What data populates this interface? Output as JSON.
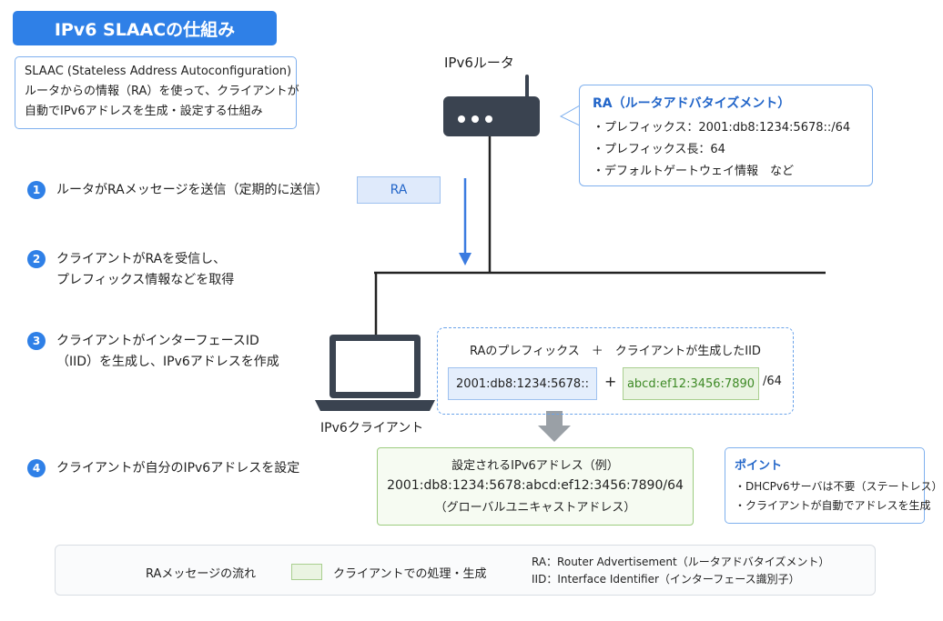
{
  "title": "IPv6 SLAACの仕組み",
  "description": [
    "SLAAC (Stateless Address Autoconfiguration)",
    "ルータからの情報（RA）を使って、クライアントが",
    "自動でIPv6アドレスを生成・設定する仕組み"
  ],
  "router_label": "IPv6ルータ",
  "client_label": "IPv6クライアント",
  "ra_info": {
    "heading": "RA（ルータアドバタイズメント）",
    "items": [
      "・プレフィックス：2001:db8:1234:5678::/64",
      "・プレフィックス長：64",
      "・デフォルトゲートウェイ情報　など"
    ]
  },
  "ra_tag": "RA",
  "steps": [
    {
      "num": "1",
      "lines": [
        "ルータがRAメッセージを送信（定期的に送信）"
      ]
    },
    {
      "num": "2",
      "lines": [
        "クライアントがRAを受信し、",
        "プレフィックス情報などを取得"
      ]
    },
    {
      "num": "3",
      "lines": [
        "クライアントがインターフェースID",
        "（IID）を生成し、IPv6アドレスを作成"
      ]
    },
    {
      "num": "4",
      "lines": [
        "クライアントが自分のIPv6アドレスを設定"
      ]
    }
  ],
  "generation": {
    "heading": "RAのプレフィックス　＋　クライアントが生成したIID",
    "prefix": "2001:db8:1234:5678::",
    "plus": "+",
    "iid": "abcd:ef12:3456:7890",
    "suffix": "/64"
  },
  "result": {
    "heading": "設定されるIPv6アドレス（例）",
    "address": "2001:db8:1234:5678:abcd:ef12:3456:7890/64",
    "note": "（グローバルユニキャストアドレス）"
  },
  "point": {
    "heading": "ポイント",
    "items": [
      "・DHCPv6サーバは不要（ステートレス）",
      "・クライアントが自動でアドレスを生成"
    ]
  },
  "legend": {
    "flow": "RAメッセージの流れ",
    "client": "クライアントでの処理・生成",
    "abbr": [
      "RA：Router Advertisement（ルータアドバタイズメント）",
      "IID：Interface Identifier（インターフェース識別子）"
    ]
  },
  "colors": {
    "accent": "#2f80e7",
    "client_green": "#3e8a26",
    "arrow": "#3b7be0",
    "network_line": "#222222"
  }
}
